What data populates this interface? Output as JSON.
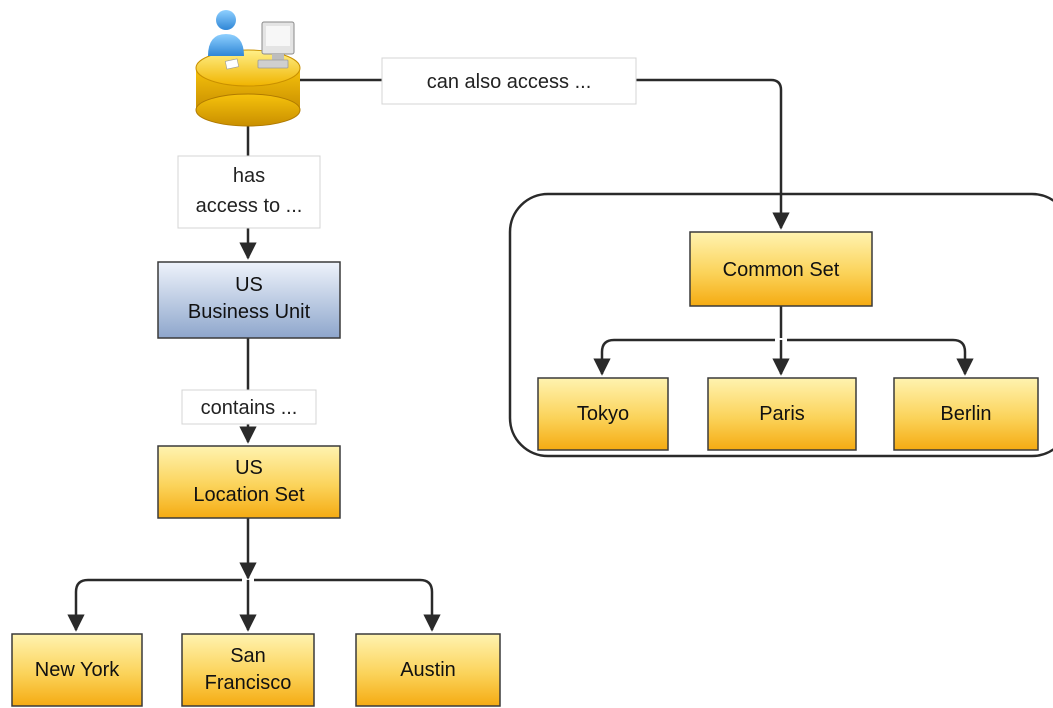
{
  "colors": {
    "node_gold_top": "#fff3b0",
    "node_gold_bottom": "#f7b21a",
    "node_gold_border": "#3a3a3a",
    "node_blue_top": "#e4ecf8",
    "node_blue_bottom": "#8ea6cc",
    "connector": "#2a2a2a",
    "label_background": "#ffffff",
    "label_border": "#d4d4d4",
    "group_border": "#2a2a2a"
  },
  "user_icon": {
    "icon": "user-at-workstation-icon"
  },
  "labels": {
    "can_also_access": "can also access ...",
    "has_access_to": [
      "has",
      "access to ..."
    ],
    "contains": "contains ..."
  },
  "nodes": {
    "us_business_unit": [
      "US",
      "Business Unit"
    ],
    "us_location_set": [
      "US",
      "Location Set"
    ],
    "new_york": [
      "New York"
    ],
    "san_francisco": [
      "San",
      "Francisco"
    ],
    "austin": [
      "Austin"
    ],
    "common_set": [
      "Common Set"
    ],
    "tokyo": [
      "Tokyo"
    ],
    "paris": [
      "Paris"
    ],
    "berlin": [
      "Berlin"
    ]
  }
}
